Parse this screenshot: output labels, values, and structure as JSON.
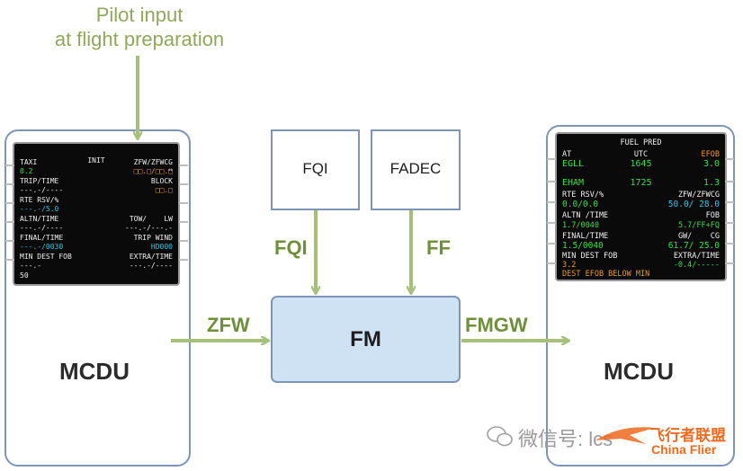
{
  "top_caption": {
    "line1": "Pilot input",
    "line2": "at flight preparation"
  },
  "boxes": {
    "left_mcdu": "MCDU",
    "right_mcdu": "MCDU",
    "fqi": "FQI",
    "fadec": "FADEC",
    "fm": "FM"
  },
  "flow_labels": {
    "zfw": "ZFW",
    "fqi": "FQI",
    "ff": "FF",
    "fmgw": "FMGW"
  },
  "colors": {
    "box_stroke": "#7d96b8",
    "fm_fill": "#cfe2f3",
    "arrow": "#a6bf7a",
    "label": "#6f8f3a"
  },
  "init_screen": {
    "title": "INIT",
    "arrows": "↔",
    "rows": [
      {
        "left": "TAXI",
        "right": "ZFW/ZFWCG"
      },
      {
        "left": "0.2",
        "right": "□□.□/□□.□"
      },
      {
        "left": "TRIP/TIME",
        "right": "BLOCK"
      },
      {
        "left": "---.-/----",
        "right": "□□.□"
      },
      {
        "left": "RTE RSV/%",
        "right": ""
      },
      {
        "left": "---.-/5.0",
        "right": ""
      },
      {
        "left": "ALTN/TIME",
        "right": "TOW/    LW"
      },
      {
        "left": "---.-/----",
        "right": "---.-/---.-"
      },
      {
        "left": "FINAL/TIME",
        "right": "TRIP WIND"
      },
      {
        "left": "---.-/0030",
        "right": "HD000"
      },
      {
        "left": "MIN DEST FOB",
        "right": "EXTRA/TIME"
      },
      {
        "left": "---.-",
        "right": "---.-/----"
      },
      {
        "left": "50",
        "right": ""
      }
    ]
  },
  "fuel_pred_screen": {
    "title": "FUEL PRED",
    "rows": [
      {
        "left": "AT",
        "center": "UTC",
        "right": "EFOB"
      },
      {
        "left": "EGLL",
        "center": "1645",
        "right": "3.0"
      },
      {
        "left": "EHAM",
        "center": "1725",
        "right": "1.3"
      },
      {
        "left": "RTE RSV/%",
        "right": "ZFW/ZFWCG"
      },
      {
        "left": "0.0/0.0",
        "right": "50.0/ 28.0"
      },
      {
        "left": "ALTN /TIME",
        "right": "FOB"
      },
      {
        "left": "1.7/0040",
        "right": "5.7/FF+FQ"
      },
      {
        "left": "FINAL/TIME",
        "right": "GW/    CG"
      },
      {
        "left": "1.5/0040",
        "right": "61.7/ 25.0"
      },
      {
        "left": "MIN DEST FOB",
        "right": "EXTRA/TIME"
      },
      {
        "left": "3.2",
        "right": "-0.4/-----"
      },
      {
        "left": "DEST EFOB BELOW MIN",
        "right": ""
      }
    ]
  },
  "watermark": {
    "text": "微信号: lcs",
    "brand": "飞行者联盟",
    "brand_en": "China Flier"
  }
}
